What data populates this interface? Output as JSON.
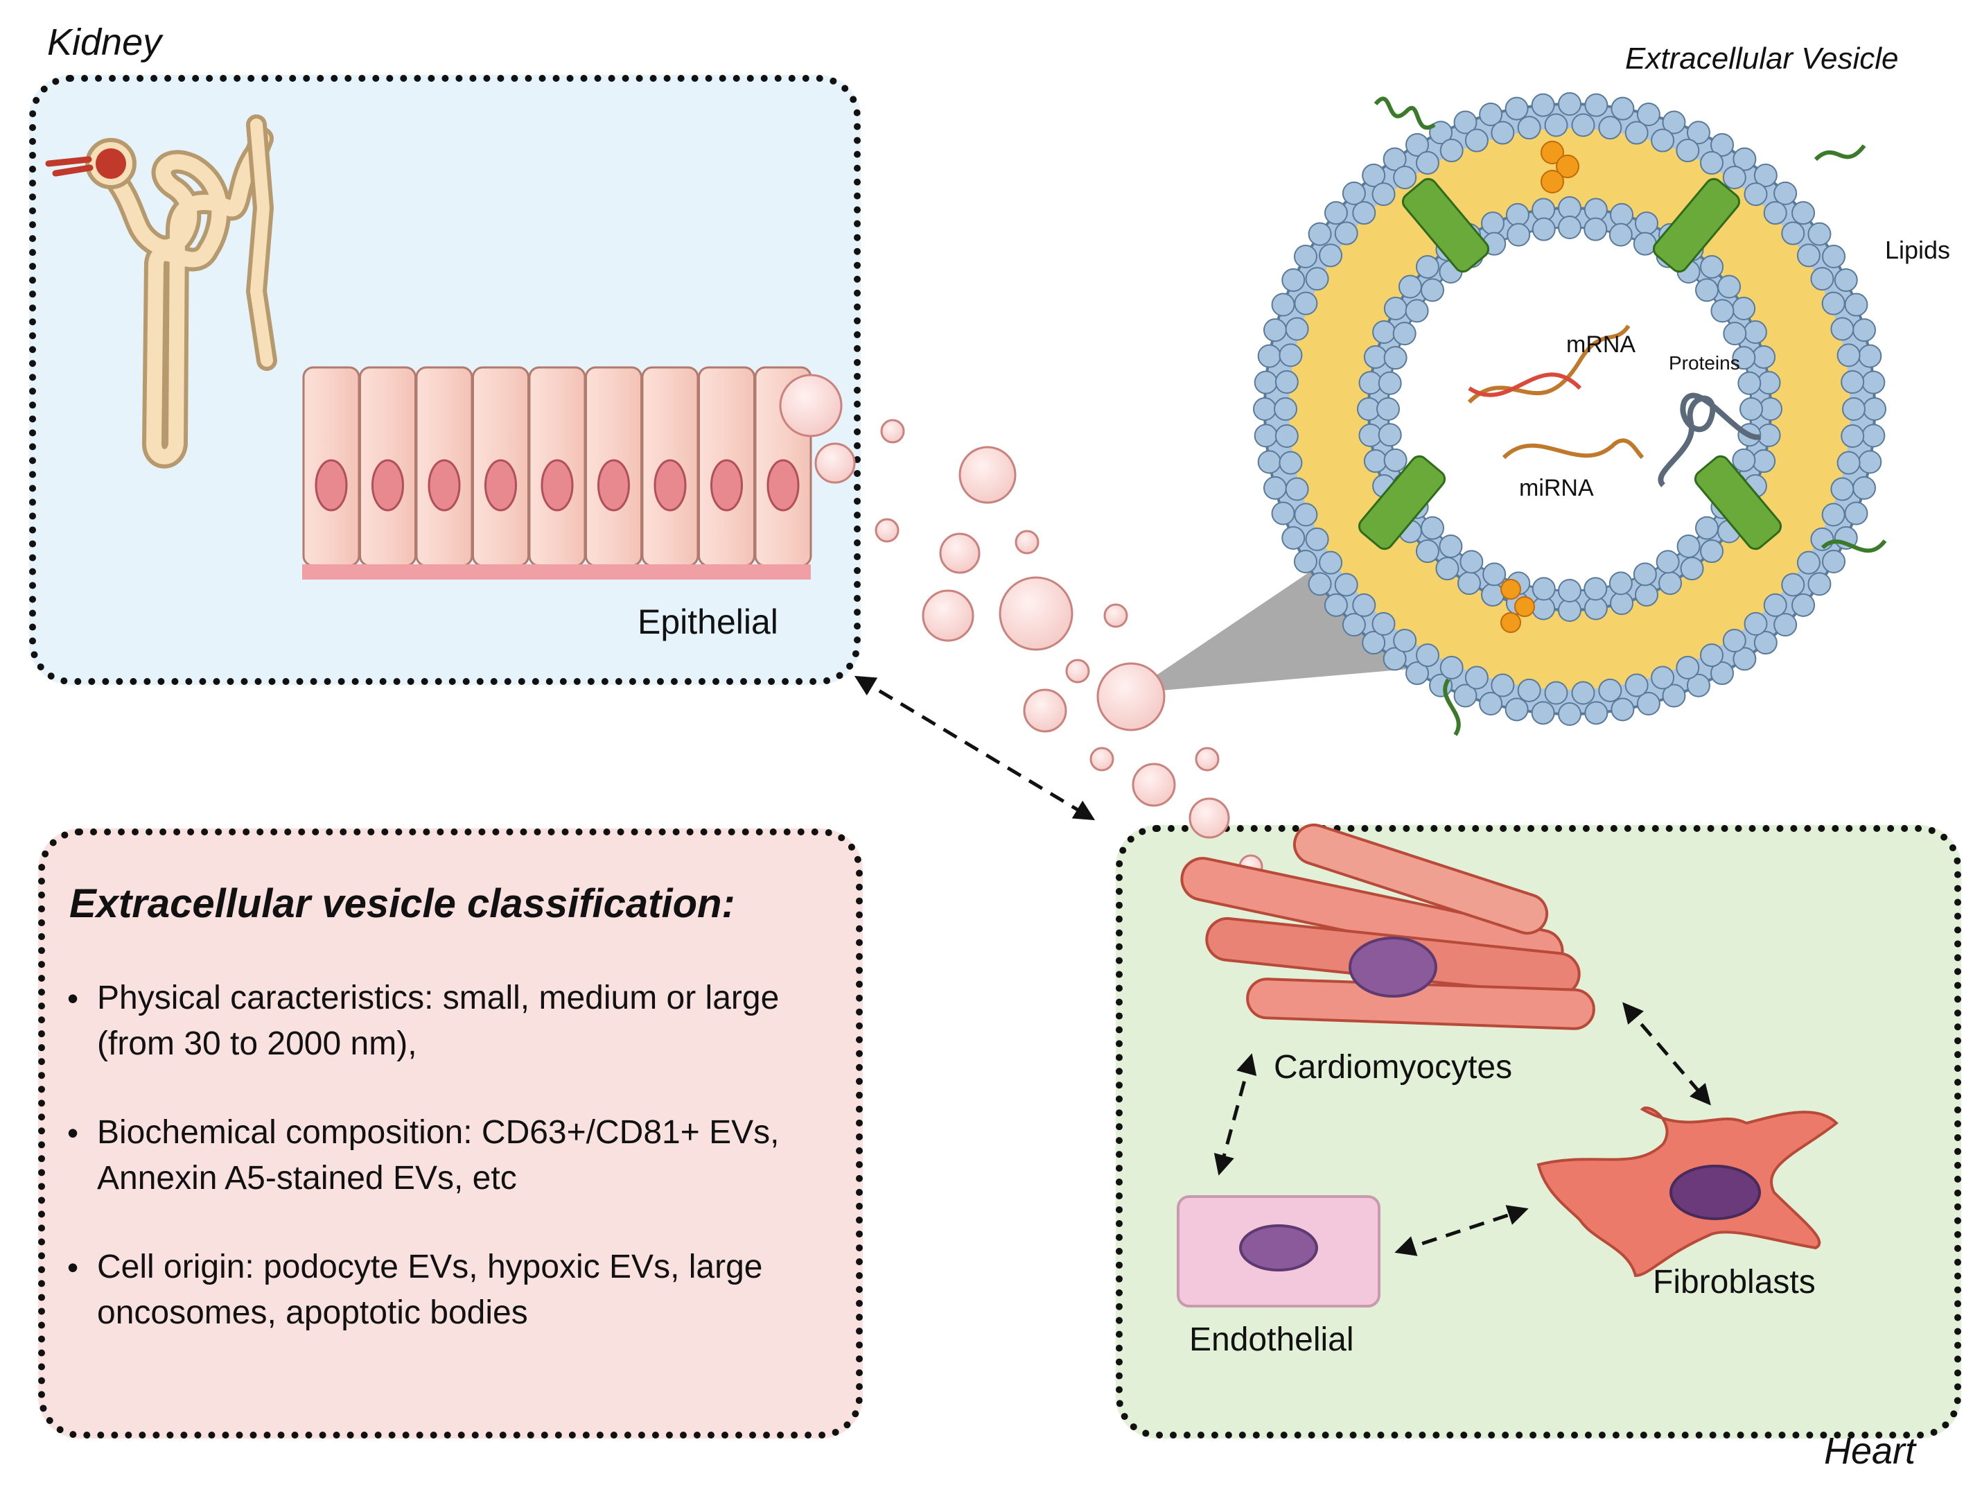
{
  "labels": {
    "kidney": "Kidney",
    "heart": "Heart",
    "epithelial": "Epithelial",
    "extracellular_vesicle": "Extracellular Vesicle",
    "lipids": "Lipids",
    "mrna": "mRNA",
    "mirna": "miRNA",
    "proteins": "Proteins",
    "cardiomyocytes": "Cardiomyocytes",
    "fibroblasts": "Fibroblasts",
    "endothelial": "Endothelial"
  },
  "classification": {
    "title": "Extracellular vesicle classification:",
    "items": [
      {
        "bullet": "•",
        "text": "Physical caracteristics: small, medium or large (from 30 to 2000 nm),"
      },
      {
        "bullet": "•",
        "text": "Biochemical composition: CD63+/CD81+ EVs, Annexin A5-stained EVs, etc"
      },
      {
        "bullet": "•",
        "text": "Cell origin: podocyte EVs, hypoxic EVs, large oncosomes, apoptotic bodies"
      }
    ]
  },
  "colors": {
    "kidney_panel": "#e6f3fa",
    "heart_panel": "#e3f0d8",
    "classification_panel": "#f9e1e0",
    "vesicle": "#f8d5d3",
    "vesicle_edge": "#c9827d",
    "lipid_head": "#a9c4df",
    "lipid_core": "#f5d26a",
    "protein_green": "#6aaa3a",
    "cardiomyocyte": "#ee9385",
    "fibroblast": "#ec7a6a",
    "nucleus": "#8a5a9a",
    "endothelial_cell": "#f3c8dc"
  },
  "icons": [
    "nephron-icon",
    "epithelial-cells-icon",
    "vesicle-cross-section-icon",
    "cardiomyocyte-icon",
    "fibroblast-icon",
    "endothelial-cell-icon"
  ]
}
